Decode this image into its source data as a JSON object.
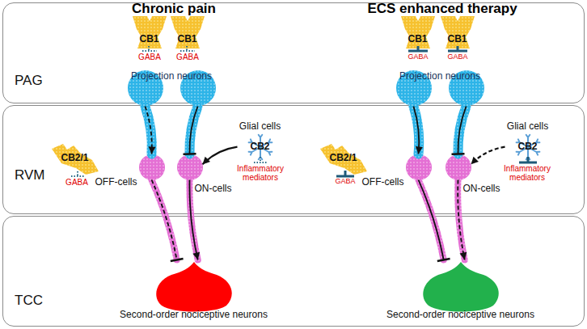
{
  "diagram": {
    "nodes": [
      {
        "text": [
          "PAG"
        ]
      },
      {
        "text": [
          "RVM"
        ]
      },
      {
        "text": [
          "TCC"
        ]
      },
      {
        "text": [
          "CB1"
        ],
        "in": 0
      },
      {
        "text": [
          "CB1"
        ],
        "in": 0
      },
      {
        "text": [
          "Projection neurons"
        ],
        "in": 0
      },
      {
        "text": [
          "CB2/1"
        ],
        "in": 1
      },
      {
        "text": [
          "OFF-cells"
        ],
        "in": 1
      },
      {
        "text": [
          "ON-cells"
        ],
        "in": 1
      },
      {
        "text": [
          "Glial cells",
          "CB2"
        ],
        "in": 1
      },
      {
        "text": [
          "Second-order nociceptive neurons"
        ],
        "in": 2
      },
      {
        "text": [
          "CB1"
        ],
        "in": 0
      },
      {
        "text": [
          "CB1"
        ],
        "in": 0
      },
      {
        "text": [
          "Projection neurons"
        ],
        "in": 0
      },
      {
        "text": [
          "CB2/1"
        ],
        "in": 1
      },
      {
        "text": [
          "OFF-cells"
        ],
        "in": 1
      },
      {
        "text": [
          "ON-cells"
        ],
        "in": 1
      },
      {
        "text": [
          "Glial cells",
          "CB2"
        ],
        "in": 1
      },
      {
        "text": [
          "Second-order nociceptive neurons"
        ],
        "in": 2
      }
    ],
    "edges": [
      {
        "from": 5,
        "to": 7,
        "arrow": "to"
      },
      {
        "from": 5,
        "to": 8,
        "arrow": "to"
      },
      {
        "from": 9,
        "to": 8,
        "arrow": "to"
      },
      {
        "from": 7,
        "to": 10,
        "arrow": "to"
      },
      {
        "from": 8,
        "to": 10,
        "arrow": "to"
      },
      {
        "from": 13,
        "to": 15,
        "arrow": "to"
      },
      {
        "from": 13,
        "to": 16,
        "arrow": "to"
      },
      {
        "from": 17,
        "to": 16,
        "arrow": "to"
      },
      {
        "from": 15,
        "to": 18,
        "arrow": "to"
      },
      {
        "from": 16,
        "to": 18,
        "arrow": "to"
      }
    ],
    "labels": [
      "Chronic pain",
      "ECS enhanced therapy",
      "GABA",
      "GABA",
      "GABA",
      "Inflammatory mediators",
      "GABA",
      "GABA",
      "GABA",
      "Inflammatory mediators"
    ]
  }
}
